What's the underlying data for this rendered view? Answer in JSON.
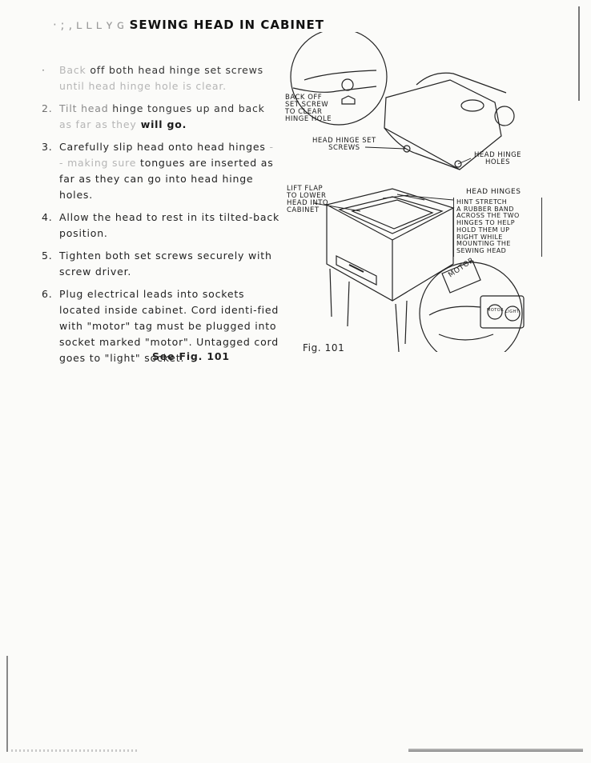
{
  "title": {
    "faded_prefix": "· ; ‚ ʟ ʟ ʟ ʏ ɢ",
    "text": "SEWING HEAD IN CABINET"
  },
  "steps": [
    {
      "num": "·",
      "faint": "Back",
      "mid": " off both head hinge set screws",
      "faint2": " until head hinge hole is clear."
    },
    {
      "num": "2.",
      "faint": "Tilt head",
      "mid": " hinge tongues up and back",
      "faint2": " as far as they",
      "bold": " will go."
    },
    {
      "num": "3.",
      "text": "Carefully slip head onto head hinges",
      "faint": " - - making sure",
      "text2": " tongues are inserted as far as they can go into head hinge holes."
    },
    {
      "num": "4.",
      "text": "Allow the head to rest in its tilted-back position."
    },
    {
      "num": "5.",
      "text": "Tighten both set screws securely with screw driver."
    },
    {
      "num": "6.",
      "text": "Plug electrical leads into sockets located inside cabinet. Cord identi-fied with \"motor\" tag must be plugged into socket marked \"motor\". Untagged cord goes to \"light\" socket."
    }
  ],
  "see_fig": "See Fig. 101",
  "figure": {
    "caption": "Fig. 101",
    "labels": {
      "back_off": "BACK OFF\nSET SCREW\nTO CLEAR\nHINGE HOLE",
      "set_screws": "HEAD HINGE SET\nSCREWS",
      "hinge_holes": "HEAD HINGE\nHOLES",
      "lift_flap": "LIFT FLAP\nTO LOWER\nHEAD INTO\nCABINET",
      "head_hinges": "HEAD HINGES",
      "hint": "HINT STRETCH\nA RUBBER BAND\nACROSS THE TWO\nHINGES TO HELP\nHOLD THEM UP\nRIGHT WHILE\nMOUNTING THE\nSEWING HEAD",
      "motor_tag": "MOTOR",
      "socket_motor": "MOTOR",
      "socket_light": "LIGHT"
    }
  }
}
